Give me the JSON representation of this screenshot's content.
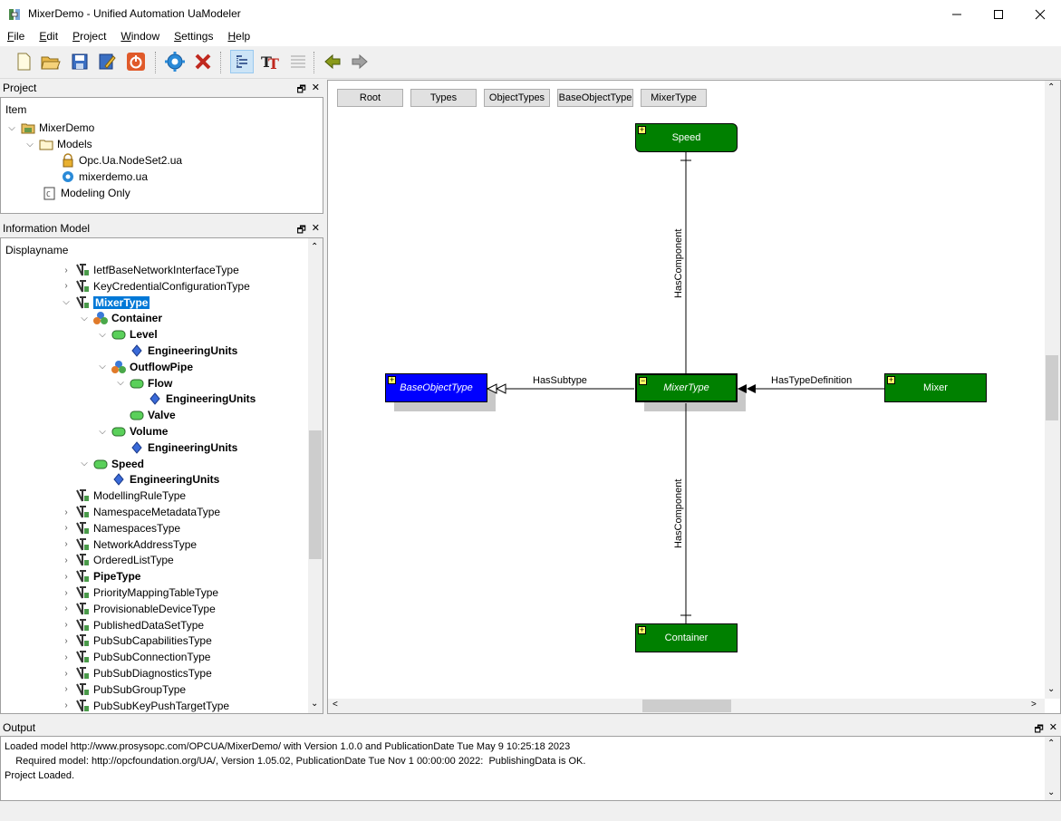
{
  "window": {
    "title": "MixerDemo - Unified Automation UaModeler",
    "minimize": "—",
    "maximize": "☐",
    "close": "✕"
  },
  "menu": [
    {
      "ul": "F",
      "rest": "ile"
    },
    {
      "ul": "E",
      "rest": "dit"
    },
    {
      "ul": "P",
      "rest": "roject"
    },
    {
      "ul": "W",
      "rest": "indow"
    },
    {
      "ul": "S",
      "rest": "ettings"
    },
    {
      "ul": "H",
      "rest": "elp"
    }
  ],
  "project_panel": {
    "title": "Project",
    "header": "Item",
    "items": [
      {
        "label": "MixerDemo",
        "arrow": "v",
        "icon": "project-folder-icon"
      },
      {
        "label": "Models",
        "arrow": "v",
        "icon": "folder-icon"
      },
      {
        "label": "Opc.Ua.NodeSet2.ua",
        "arrow": "",
        "icon": "lock-icon"
      },
      {
        "label": "mixerdemo.ua",
        "arrow": "",
        "icon": "gear-icon"
      },
      {
        "label": "Modeling Only",
        "arrow": "",
        "icon": "code-icon"
      }
    ]
  },
  "info_panel": {
    "title": "Information Model",
    "header": "Displayname",
    "items": [
      {
        "label": "IetfBaseNetworkInterfaceType",
        "arrow": ">",
        "icon": "object-type-icon",
        "bold": false
      },
      {
        "label": "KeyCredentialConfigurationType",
        "arrow": ">",
        "icon": "object-type-icon",
        "bold": false
      },
      {
        "label": "MixerType",
        "arrow": "v",
        "icon": "object-type-icon",
        "bold": true,
        "selected": true
      },
      {
        "label": "Container",
        "arrow": "v",
        "icon": "object-icon",
        "bold": true
      },
      {
        "label": "Level",
        "arrow": "v",
        "icon": "variable-icon",
        "bold": true
      },
      {
        "label": "EngineeringUnits",
        "arrow": "",
        "icon": "property-icon",
        "bold": true
      },
      {
        "label": "OutflowPipe",
        "arrow": "v",
        "icon": "object-icon",
        "bold": true
      },
      {
        "label": "Flow",
        "arrow": "v",
        "icon": "variable-icon",
        "bold": true
      },
      {
        "label": "EngineeringUnits",
        "arrow": "",
        "icon": "property-icon",
        "bold": true
      },
      {
        "label": "Valve",
        "arrow": "",
        "icon": "variable-icon",
        "bold": true
      },
      {
        "label": "Volume",
        "arrow": "v",
        "icon": "variable-icon",
        "bold": true
      },
      {
        "label": "EngineeringUnits",
        "arrow": "",
        "icon": "property-icon",
        "bold": true
      },
      {
        "label": "Speed",
        "arrow": "v",
        "icon": "variable-icon",
        "bold": true
      },
      {
        "label": "EngineeringUnits",
        "arrow": "",
        "icon": "property-icon",
        "bold": true
      },
      {
        "label": "ModellingRuleType",
        "arrow": "",
        "icon": "object-type-icon",
        "bold": false
      },
      {
        "label": "NamespaceMetadataType",
        "arrow": ">",
        "icon": "object-type-icon",
        "bold": false
      },
      {
        "label": "NamespacesType",
        "arrow": ">",
        "icon": "object-type-icon",
        "bold": false
      },
      {
        "label": "NetworkAddressType",
        "arrow": ">",
        "icon": "object-type-icon",
        "bold": false
      },
      {
        "label": "OrderedListType",
        "arrow": ">",
        "icon": "object-type-icon",
        "bold": false
      },
      {
        "label": "PipeType",
        "arrow": ">",
        "icon": "object-type-icon",
        "bold": true
      },
      {
        "label": "PriorityMappingTableType",
        "arrow": ">",
        "icon": "object-type-icon",
        "bold": false
      },
      {
        "label": "ProvisionableDeviceType",
        "arrow": ">",
        "icon": "object-type-icon",
        "bold": false
      },
      {
        "label": "PublishedDataSetType",
        "arrow": ">",
        "icon": "object-type-icon",
        "bold": false
      },
      {
        "label": "PubSubCapabilitiesType",
        "arrow": ">",
        "icon": "object-type-icon",
        "bold": false
      },
      {
        "label": "PubSubConnectionType",
        "arrow": ">",
        "icon": "object-type-icon",
        "bold": false
      },
      {
        "label": "PubSubDiagnosticsType",
        "arrow": ">",
        "icon": "object-type-icon",
        "bold": false
      },
      {
        "label": "PubSubGroupType",
        "arrow": ">",
        "icon": "object-type-icon",
        "bold": false
      },
      {
        "label": "PubSubKeyPushTargetType",
        "arrow": ">",
        "icon": "object-type-icon",
        "bold": false
      }
    ]
  },
  "diagram": {
    "breadcrumbs": [
      "Root",
      "Types",
      "ObjectTypes",
      "BaseObjectType",
      "MixerType"
    ],
    "nodes": {
      "speed": {
        "label": "Speed",
        "toggle": "+"
      },
      "base": {
        "label": "BaseObjectType",
        "toggle": "+"
      },
      "mixer_type": {
        "label": "MixerType",
        "toggle": "−"
      },
      "mixer": {
        "label": "Mixer",
        "toggle": "+"
      },
      "container": {
        "label": "Container",
        "toggle": "+"
      }
    },
    "edges": {
      "has_component_top": "HasComponent",
      "has_subtype": "HasSubtype",
      "has_type_definition": "HasTypeDefinition",
      "has_component_bottom": "HasComponent"
    },
    "colors": {
      "green": "#008000",
      "blue": "#0000ff"
    }
  },
  "output_panel": {
    "title": "Output",
    "lines": [
      "Loaded model http://www.prosysopc.com/OPCUA/MixerDemo/ with Version 1.0.0 and PublicationDate Tue May 9 10:25:18 2023",
      "    Required model: http://opcfoundation.org/UA/, Version 1.05.02, PublicationDate Tue Nov 1 00:00:00 2022:  PublishingData is OK.",
      "Project Loaded."
    ]
  }
}
